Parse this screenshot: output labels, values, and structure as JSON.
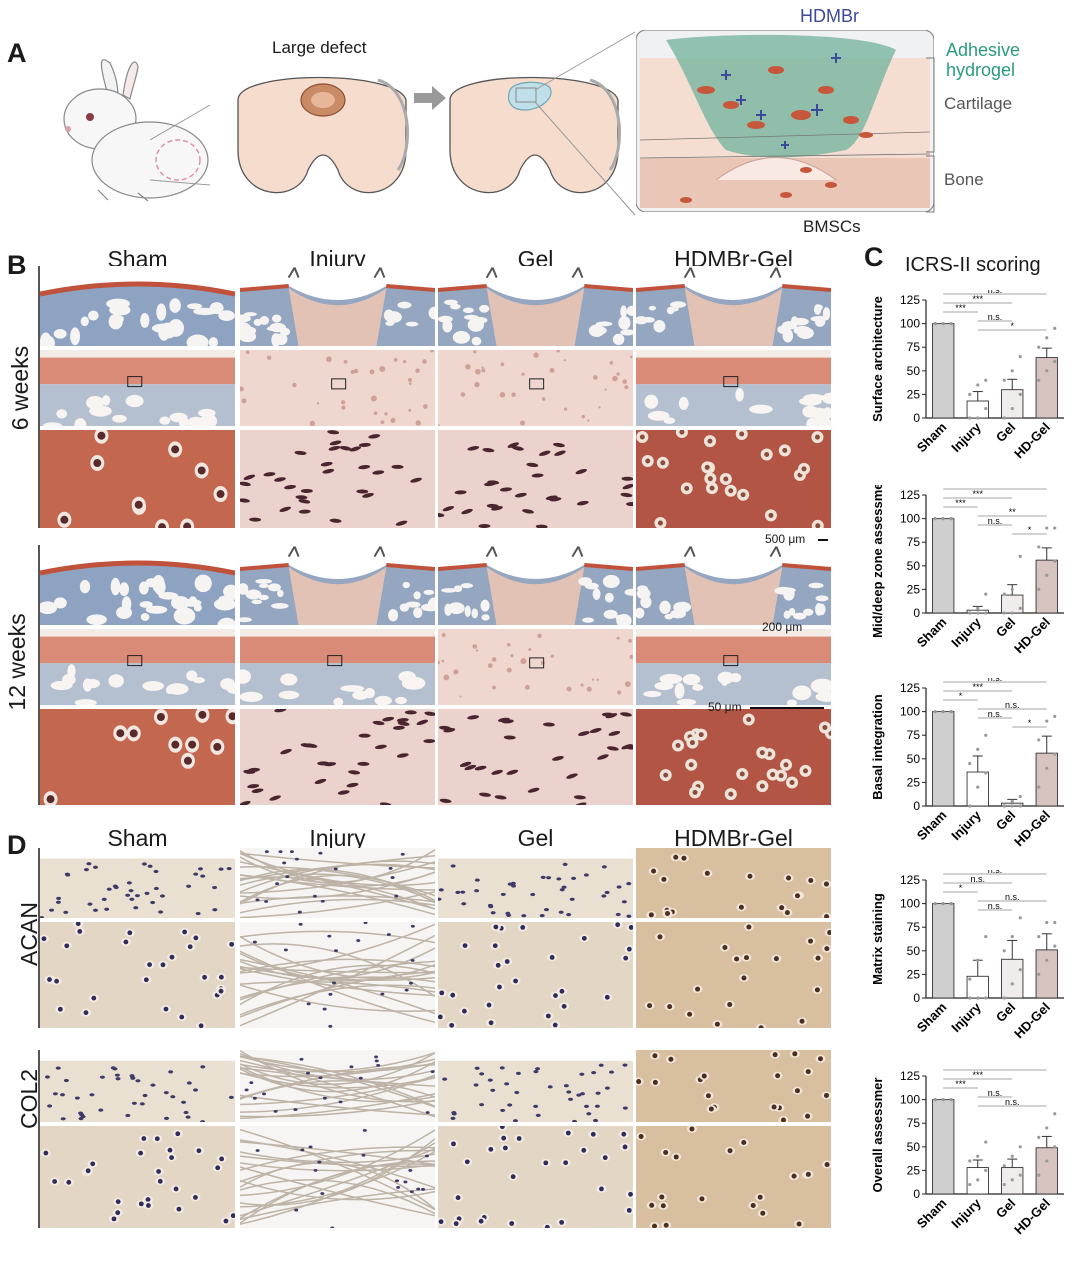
{
  "panels": {
    "A": "A",
    "B": "B",
    "C": "C",
    "D": "D"
  },
  "schematic": {
    "large_defect": "Large defect",
    "hdmbr": "HDMBr",
    "adhesive": "Adhesive",
    "hydrogel": "hydrogel",
    "cartilage": "Cartilage",
    "bone": "Bone",
    "bmscs": "BMSCs"
  },
  "groups": [
    "Sham",
    "Injury",
    "Gel",
    "HDMBr-Gel"
  ],
  "timepoints": {
    "six_weeks": "6 weeks",
    "twelve_weeks": "12 weeks"
  },
  "scale_bars": {
    "s500": "500 μm",
    "s200": "200 μm",
    "s50": "50 μm"
  },
  "stains": {
    "acan": "ACAN",
    "col2": "COL2"
  },
  "colors": {
    "sham_bar": "#cfcfcf",
    "injury_bar": "#ffffff",
    "gel_bar": "#f1ecec",
    "hdgel_bar": "#d7c3c0",
    "hydrogel": "#7fb8a4",
    "hdmbr_text": "#3b4a9a",
    "adhesive_text": "#2a9c7c",
    "tissue_pink": "#e8c3b3",
    "safranin_red": "#b84a3a",
    "fast_green": "#7d92b0",
    "ihc_brown": "#c9a37a"
  },
  "chart_data": [
    {
      "type": "bar",
      "title": "ICRS-II scoring",
      "ylabel": "Surface architecture",
      "categories": [
        "Sham",
        "Injury",
        "Gel",
        "HD-Gel"
      ],
      "values": [
        100,
        18,
        30,
        64
      ],
      "errors": [
        0,
        10,
        11,
        10
      ],
      "ylim": [
        0,
        125
      ],
      "yticks": [
        0,
        25,
        50,
        75,
        100,
        125
      ],
      "points": [
        [
          100,
          100,
          100,
          100,
          100,
          100
        ],
        [
          0,
          0,
          10,
          25,
          35,
          40
        ],
        [
          0,
          10,
          25,
          40,
          50,
          65
        ],
        [
          40,
          50,
          60,
          75,
          85,
          95
        ]
      ],
      "significance": [
        {
          "from": 0,
          "to": 3,
          "label": "n.s."
        },
        {
          "from": 0,
          "to": 2,
          "label": "***"
        },
        {
          "from": 0,
          "to": 1,
          "label": "***"
        },
        {
          "from": 1,
          "to": 2,
          "label": "n.s."
        },
        {
          "from": 1,
          "to": 3,
          "label": "*"
        }
      ]
    },
    {
      "type": "bar",
      "ylabel": "Mid/deep zone assessment",
      "categories": [
        "Sham",
        "Injury",
        "Gel",
        "HD-Gel"
      ],
      "values": [
        100,
        3,
        19,
        56
      ],
      "errors": [
        0,
        4,
        11,
        13
      ],
      "ylim": [
        0,
        125
      ],
      "yticks": [
        0,
        25,
        50,
        75,
        100,
        125
      ],
      "points": [
        [
          100,
          100,
          100,
          100,
          100,
          100
        ],
        [
          0,
          0,
          0,
          0,
          5,
          20
        ],
        [
          0,
          0,
          5,
          20,
          25,
          60
        ],
        [
          25,
          40,
          55,
          70,
          90,
          90
        ]
      ],
      "significance": [
        {
          "from": 0,
          "to": 3,
          "label": "*"
        },
        {
          "from": 0,
          "to": 2,
          "label": "***"
        },
        {
          "from": 0,
          "to": 1,
          "label": "***"
        },
        {
          "from": 1,
          "to": 3,
          "label": "**"
        },
        {
          "from": 1,
          "to": 2,
          "label": "n.s."
        },
        {
          "from": 2,
          "to": 3,
          "label": "*"
        }
      ]
    },
    {
      "type": "bar",
      "ylabel": "Basal integration",
      "categories": [
        "Sham",
        "Injury",
        "Gel",
        "HD-Gel"
      ],
      "values": [
        100,
        36,
        3,
        56
      ],
      "errors": [
        0,
        17,
        4,
        18
      ],
      "ylim": [
        0,
        125
      ],
      "yticks": [
        0,
        25,
        50,
        75,
        100,
        125
      ],
      "points": [
        [
          100,
          100,
          100,
          100,
          100,
          100
        ],
        [
          0,
          20,
          35,
          45,
          60,
          75
        ],
        [
          0,
          0,
          0,
          0,
          5,
          10
        ],
        [
          20,
          40,
          55,
          70,
          90,
          95
        ]
      ],
      "significance": [
        {
          "from": 0,
          "to": 3,
          "label": "n.s."
        },
        {
          "from": 0,
          "to": 2,
          "label": "***"
        },
        {
          "from": 0,
          "to": 1,
          "label": "*"
        },
        {
          "from": 1,
          "to": 3,
          "label": "n.s."
        },
        {
          "from": 1,
          "to": 2,
          "label": "n.s."
        },
        {
          "from": 2,
          "to": 3,
          "label": "*"
        }
      ]
    },
    {
      "type": "bar",
      "ylabel": "Matrix staining",
      "categories": [
        "Sham",
        "Injury",
        "Gel",
        "HD-Gel"
      ],
      "values": [
        100,
        23,
        41,
        51
      ],
      "errors": [
        0,
        17,
        20,
        17
      ],
      "ylim": [
        0,
        125
      ],
      "yticks": [
        0,
        25,
        50,
        75,
        100,
        125
      ],
      "points": [
        [
          100,
          100,
          100,
          100,
          100,
          100
        ],
        [
          0,
          0,
          0,
          20,
          40,
          65
        ],
        [
          0,
          15,
          30,
          50,
          65,
          85
        ],
        [
          25,
          40,
          55,
          65,
          80,
          80
        ]
      ],
      "significance": [
        {
          "from": 0,
          "to": 3,
          "label": "n.s."
        },
        {
          "from": 0,
          "to": 2,
          "label": "n.s."
        },
        {
          "from": 0,
          "to": 1,
          "label": "*"
        },
        {
          "from": 1,
          "to": 3,
          "label": "n.s."
        },
        {
          "from": 1,
          "to": 2,
          "label": "n.s."
        }
      ]
    },
    {
      "type": "bar",
      "ylabel": "Overall assessmer",
      "categories": [
        "Sham",
        "Injury",
        "Gel",
        "HD-Gel"
      ],
      "values": [
        100,
        28,
        28,
        49
      ],
      "errors": [
        0,
        8,
        9,
        12
      ],
      "ylim": [
        0,
        125
      ],
      "yticks": [
        0,
        25,
        50,
        75,
        100,
        125
      ],
      "points": [
        [
          100,
          100,
          100,
          100,
          100,
          100
        ],
        [
          10,
          15,
          25,
          35,
          40,
          55
        ],
        [
          10,
          15,
          20,
          30,
          40,
          50
        ],
        [
          20,
          35,
          50,
          60,
          70,
          85
        ]
      ],
      "significance": [
        {
          "from": 0,
          "to": 3,
          "label": "**"
        },
        {
          "from": 0,
          "to": 2,
          "label": "***"
        },
        {
          "from": 0,
          "to": 1,
          "label": "***"
        },
        {
          "from": 1,
          "to": 2,
          "label": "n.s."
        },
        {
          "from": 1,
          "to": 3,
          "label": "n.s."
        }
      ]
    }
  ]
}
